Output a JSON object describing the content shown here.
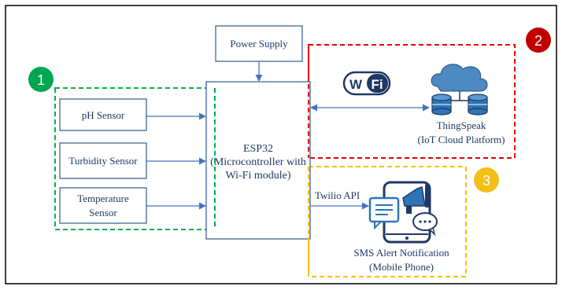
{
  "diagram": {
    "power_supply": "Power Supply",
    "sensors": {
      "ph": "pH Sensor",
      "turbidity": "Turbidity Sensor",
      "temperature_line1": "Temperature",
      "temperature_line2": "Sensor"
    },
    "esp32": {
      "line1": "ESP32",
      "line2": "(Microcontroller with",
      "line3": "Wi-Fi module)"
    },
    "wifi_logo": "WiFi",
    "thingspeak": {
      "line1": "ThingSpeak",
      "line2": "(IoT Cloud Platform)"
    },
    "twilio_api": "Twilio API",
    "sms": {
      "line1": "SMS Alert Notification",
      "line2": "(Mobile Phone)"
    },
    "badges": [
      "1",
      "2",
      "3"
    ]
  },
  "colors": {
    "ink": "#1f3864",
    "box_border": "#2e5c8a",
    "arrow": "#4472c4",
    "group1": "#00b050",
    "group2": "#e60000",
    "group3": "#ffc000",
    "badge1": "#00a651",
    "badge2": "#c00000",
    "badge3": "#f5bf19",
    "cloud": "#2e75b6"
  }
}
